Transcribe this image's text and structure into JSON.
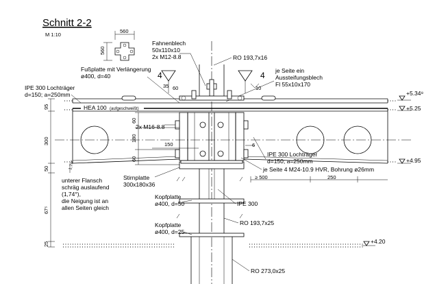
{
  "title": "Schnitt 2-2",
  "scale": "M 1:10",
  "plate_dims": {
    "width": "560",
    "height": "560"
  },
  "labels": {
    "fussplatte_1": "Fußplatte mit Verlängerung",
    "fussplatte_2": "ø400, d=40",
    "fahnenblech_1": "Fahnenblech",
    "fahnenblech_2": "50x110x10",
    "fahnenblech_3": "2x M12-8.8",
    "ro_top": "RO 193,7x16",
    "aussteif_1": "je Seite ein",
    "aussteif_2": "Aussteifungsblech",
    "aussteif_3": "Fl 55x10x170",
    "ipe_left_1": "IPE 300 Lochträger",
    "ipe_left_2": "d=150; a=250mm",
    "hea": "HEA 100",
    "hea_note": "(aufgeschweißt)",
    "m16": "2x M16-8.8",
    "ipe_right_1": "IPE 300 Lochträger",
    "ipe_right_2": "d=150; a=250mm",
    "bolts": "je Seite 4 M24-10.9 HVR, Bohrung ø26mm",
    "stirn_1": "Stirnplatte",
    "stirn_2": "300x180x36",
    "flansch_1": "unterer Flansch",
    "flansch_2": "schräg auslaufend",
    "flansch_3": "(1,74°),",
    "flansch_4": "die Neigung ist an",
    "flansch_5": "allen Seiten gleich",
    "kopf1_1": "Kopfplatte",
    "kopf1_2": "ø400, d=50",
    "ipe300": "IPE 300",
    "ro_mid": "RO 193,7x25",
    "kopf2_1": "Kopfplatte",
    "kopf2_2": "ø400, d=25",
    "ro_bottom": "RO 273,0x25"
  },
  "weld_marks": {
    "left": "4",
    "right": "4",
    "weld_10": "10",
    "weld_6": "6"
  },
  "dimensions": {
    "d35": "35",
    "d60": "60",
    "d150": "150",
    "d60a": "60",
    "d180": "180",
    "d60b": "60",
    "d174": "1,74°",
    "d500": "≥ 500",
    "d250": "250",
    "v95": "95",
    "v300": "300",
    "v50": "50",
    "v675": "67⁵",
    "v25": "25"
  },
  "levels": {
    "l1": "+5.34⁸",
    "l2": "+5.25",
    "l3": "+4.95",
    "l4": "+4.20"
  }
}
